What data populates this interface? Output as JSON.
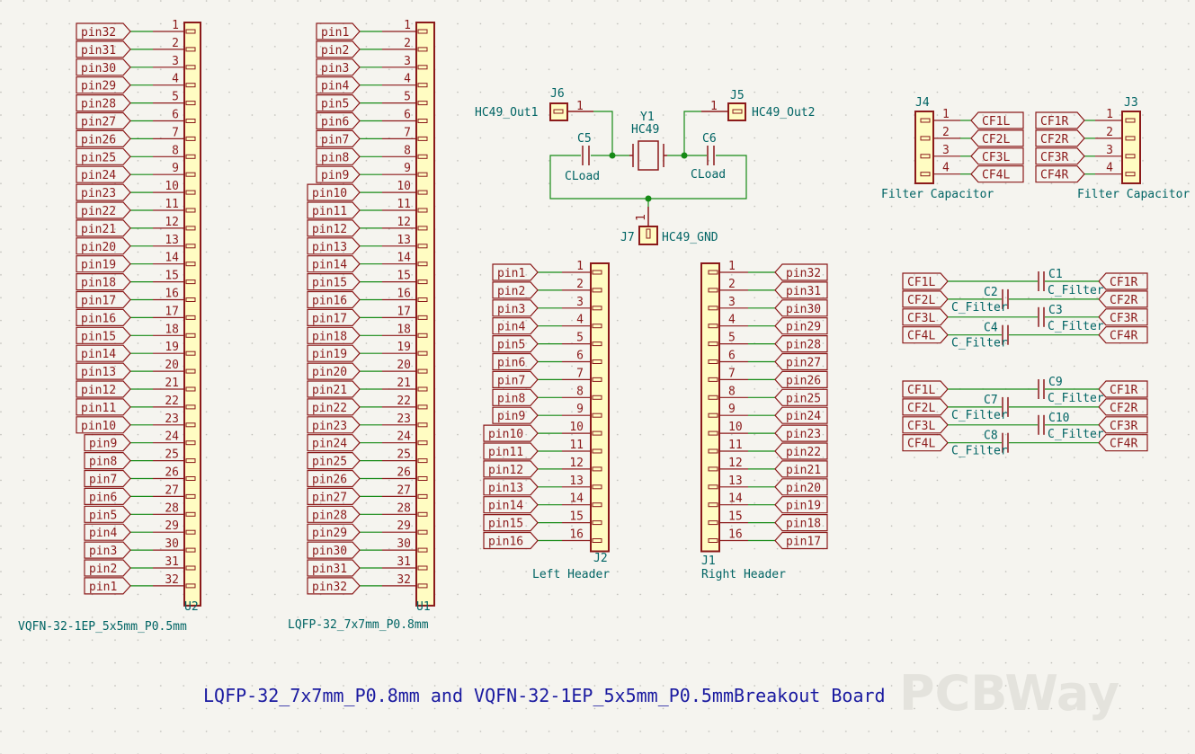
{
  "title": "LQFP-32_7x7mm_P0.8mm and VQFN-32-1EP_5x5mm_P0.5mmBreakout Board",
  "watermark": "PCBWay",
  "colors": {
    "background": "#f5f4ef",
    "pin": "#8b1a1a",
    "body": "#fffcc2",
    "wire": "#168a16",
    "text": "#006464",
    "title": "#1a1aa0"
  },
  "components": {
    "U2": {
      "ref": "U2",
      "value": "VQFN-32-1EP_5x5mm_P0.5mm",
      "pins": [
        "1",
        "2",
        "3",
        "4",
        "5",
        "6",
        "7",
        "8",
        "9",
        "10",
        "11",
        "12",
        "13",
        "14",
        "15",
        "16",
        "17",
        "18",
        "19",
        "20",
        "21",
        "22",
        "23",
        "24",
        "25",
        "26",
        "27",
        "28",
        "29",
        "30",
        "31",
        "32"
      ],
      "labels": [
        "pin32",
        "pin31",
        "pin30",
        "pin29",
        "pin28",
        "pin27",
        "pin26",
        "pin25",
        "pin24",
        "pin23",
        "pin22",
        "pin21",
        "pin20",
        "pin19",
        "pin18",
        "pin17",
        "pin16",
        "pin15",
        "pin14",
        "pin13",
        "pin12",
        "pin11",
        "pin10",
        "pin9",
        "pin8",
        "pin7",
        "pin6",
        "pin5",
        "pin4",
        "pin3",
        "pin2",
        "pin1"
      ]
    },
    "U1": {
      "ref": "U1",
      "value": "LQFP-32_7x7mm_P0.8mm",
      "pins": [
        "1",
        "2",
        "3",
        "4",
        "5",
        "6",
        "7",
        "8",
        "9",
        "10",
        "11",
        "12",
        "13",
        "14",
        "15",
        "16",
        "17",
        "18",
        "19",
        "20",
        "21",
        "22",
        "23",
        "24",
        "25",
        "26",
        "27",
        "28",
        "29",
        "30",
        "31",
        "32"
      ],
      "labels": [
        "pin1",
        "pin2",
        "pin3",
        "pin4",
        "pin5",
        "pin6",
        "pin7",
        "pin8",
        "pin9",
        "pin10",
        "pin11",
        "pin12",
        "pin13",
        "pin14",
        "pin15",
        "pin16",
        "pin17",
        "pin18",
        "pin19",
        "pin20",
        "pin21",
        "pin22",
        "pin23",
        "pin24",
        "pin25",
        "pin26",
        "pin27",
        "pin28",
        "pin29",
        "pin30",
        "pin31",
        "pin32"
      ]
    },
    "J2": {
      "ref": "J2",
      "value": "Left Header",
      "pins": [
        "1",
        "2",
        "3",
        "4",
        "5",
        "6",
        "7",
        "8",
        "9",
        "10",
        "11",
        "12",
        "13",
        "14",
        "15",
        "16"
      ],
      "labels": [
        "pin1",
        "pin2",
        "pin3",
        "pin4",
        "pin5",
        "pin6",
        "pin7",
        "pin8",
        "pin9",
        "pin10",
        "pin11",
        "pin12",
        "pin13",
        "pin14",
        "pin15",
        "pin16"
      ]
    },
    "J1": {
      "ref": "J1",
      "value": "Right Header",
      "pins": [
        "1",
        "2",
        "3",
        "4",
        "5",
        "6",
        "7",
        "8",
        "9",
        "10",
        "11",
        "12",
        "13",
        "14",
        "15",
        "16"
      ],
      "labels": [
        "pin32",
        "pin31",
        "pin30",
        "pin29",
        "pin28",
        "pin27",
        "pin26",
        "pin25",
        "pin24",
        "pin23",
        "pin22",
        "pin21",
        "pin20",
        "pin19",
        "pin18",
        "pin17"
      ]
    },
    "J4": {
      "ref": "J4",
      "value": "Filter Capacitor",
      "pins": [
        "1",
        "2",
        "3",
        "4"
      ],
      "labels": [
        "CF1L",
        "CF2L",
        "CF3L",
        "CF4L"
      ]
    },
    "J3": {
      "ref": "J3",
      "value": "Filter Capacitor",
      "pins": [
        "1",
        "2",
        "3",
        "4"
      ],
      "labels": [
        "CF1R",
        "CF2R",
        "CF3R",
        "CF4R"
      ]
    },
    "crystal": {
      "Y1": {
        "ref": "Y1",
        "value": "HC49"
      },
      "C5": {
        "ref": "C5",
        "value": "CLoad"
      },
      "C6": {
        "ref": "C6",
        "value": "CLoad"
      },
      "J6": {
        "ref": "J6",
        "pin": "1",
        "label": "HC49_Out1"
      },
      "J5": {
        "ref": "J5",
        "pin": "1",
        "label": "HC49_Out2"
      },
      "J7": {
        "ref": "J7",
        "pin": "1",
        "label": "HC49_GND"
      }
    },
    "filter_group_1": {
      "left": [
        "CF1L",
        "CF2L",
        "CF3L",
        "CF4L"
      ],
      "right": [
        "CF1R",
        "CF2R",
        "CF3R",
        "CF4R"
      ],
      "caps": [
        {
          "ref": "C1",
          "value": "C_Filter"
        },
        {
          "ref": "C2",
          "value": "C_Filter"
        },
        {
          "ref": "C3",
          "value": "C_Filter"
        },
        {
          "ref": "C4",
          "value": "C_Filter"
        }
      ]
    },
    "filter_group_2": {
      "left": [
        "CF1L",
        "CF2L",
        "CF3L",
        "CF4L"
      ],
      "right": [
        "CF1R",
        "CF2R",
        "CF3R",
        "CF4R"
      ],
      "caps": [
        {
          "ref": "C9",
          "value": "C_Filter"
        },
        {
          "ref": "C7",
          "value": "C_Filter"
        },
        {
          "ref": "C10",
          "value": "C_Filter"
        },
        {
          "ref": "C8",
          "value": "C_Filter"
        }
      ]
    }
  }
}
